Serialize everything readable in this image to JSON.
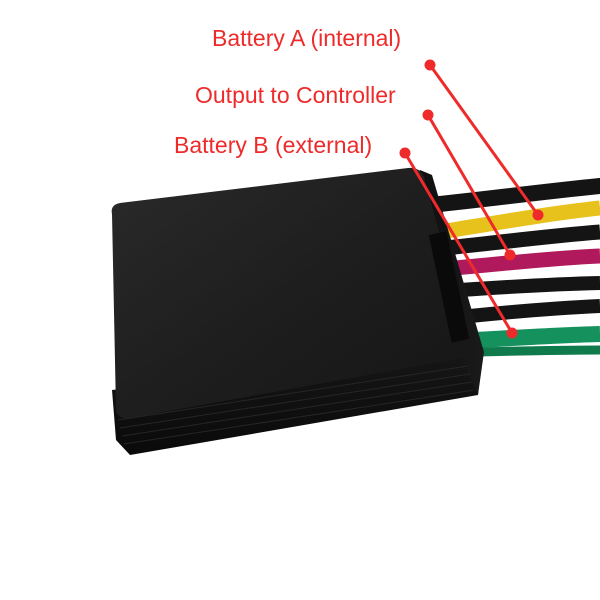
{
  "labels": {
    "battery_a": "Battery A (internal)",
    "output": "Output to Controller",
    "battery_b": "Battery B (external)"
  },
  "colors": {
    "annotation": "#ee2a2a",
    "wire_yellow": "#e8c21c",
    "wire_magenta": "#b01a5c",
    "wire_green": "#14915c",
    "wire_black": "#141414",
    "housing": "#1c1c1c"
  },
  "icons": [
    "annotation-dot",
    "leader-line"
  ]
}
